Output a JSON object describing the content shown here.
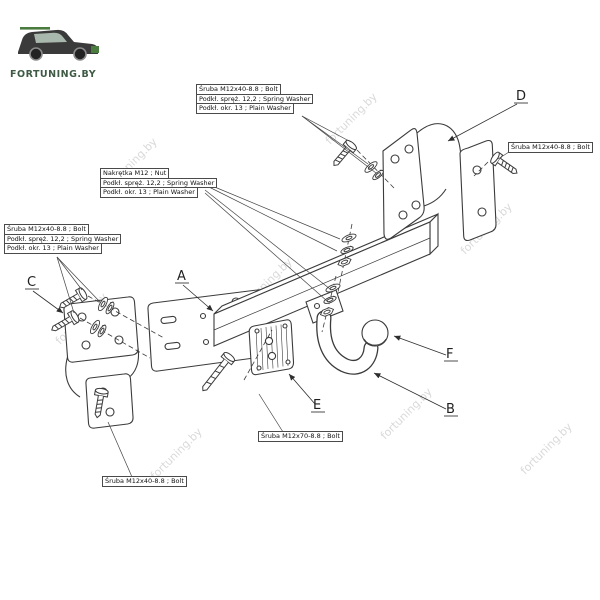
{
  "logo": {
    "brand": "FORTUNING.BY"
  },
  "watermark": {
    "text": "fortuning.by"
  },
  "colors": {
    "line": "#3b3b3b",
    "watermark": "#d9d9d9",
    "logo_green": "#4a7c3f",
    "logo_text": "#3e5a44"
  },
  "callouts": {
    "top": {
      "line1": "Śruba M12x40-8.8 ;  Bolt",
      "line2": "Podkł. spręż. 12,2 ;  Spring Washer",
      "line3": "Podkł. okr. 13 ;  Plain Washer"
    },
    "nut": {
      "line1": "Nakrętka  M12 ;  Nut",
      "line2": "Podkł. spręż. 12,2 ;  Spring Washer",
      "line3": "Podkł. okr. 13 ;  Plain Washer"
    },
    "left": {
      "line1": "Śruba M12x40-8.8 ;  Bolt",
      "line2": "Podkł. spręż. 12,2 ;  Spring Washer",
      "line3": "Podkł. okr. 13 ;  Plain Washer"
    },
    "right": {
      "line1": "Śruba M12x40-8.8 ;  Bolt"
    },
    "bottom_center": {
      "line1": "Śruba M12x70-8.8 ;  Bolt"
    },
    "bottom_left": {
      "line1": "Śruba M12x40-8.8 ;  Bolt"
    }
  },
  "letters": {
    "a": "A",
    "b": "B",
    "c": "C",
    "d": "D",
    "e": "E",
    "f": "F"
  }
}
